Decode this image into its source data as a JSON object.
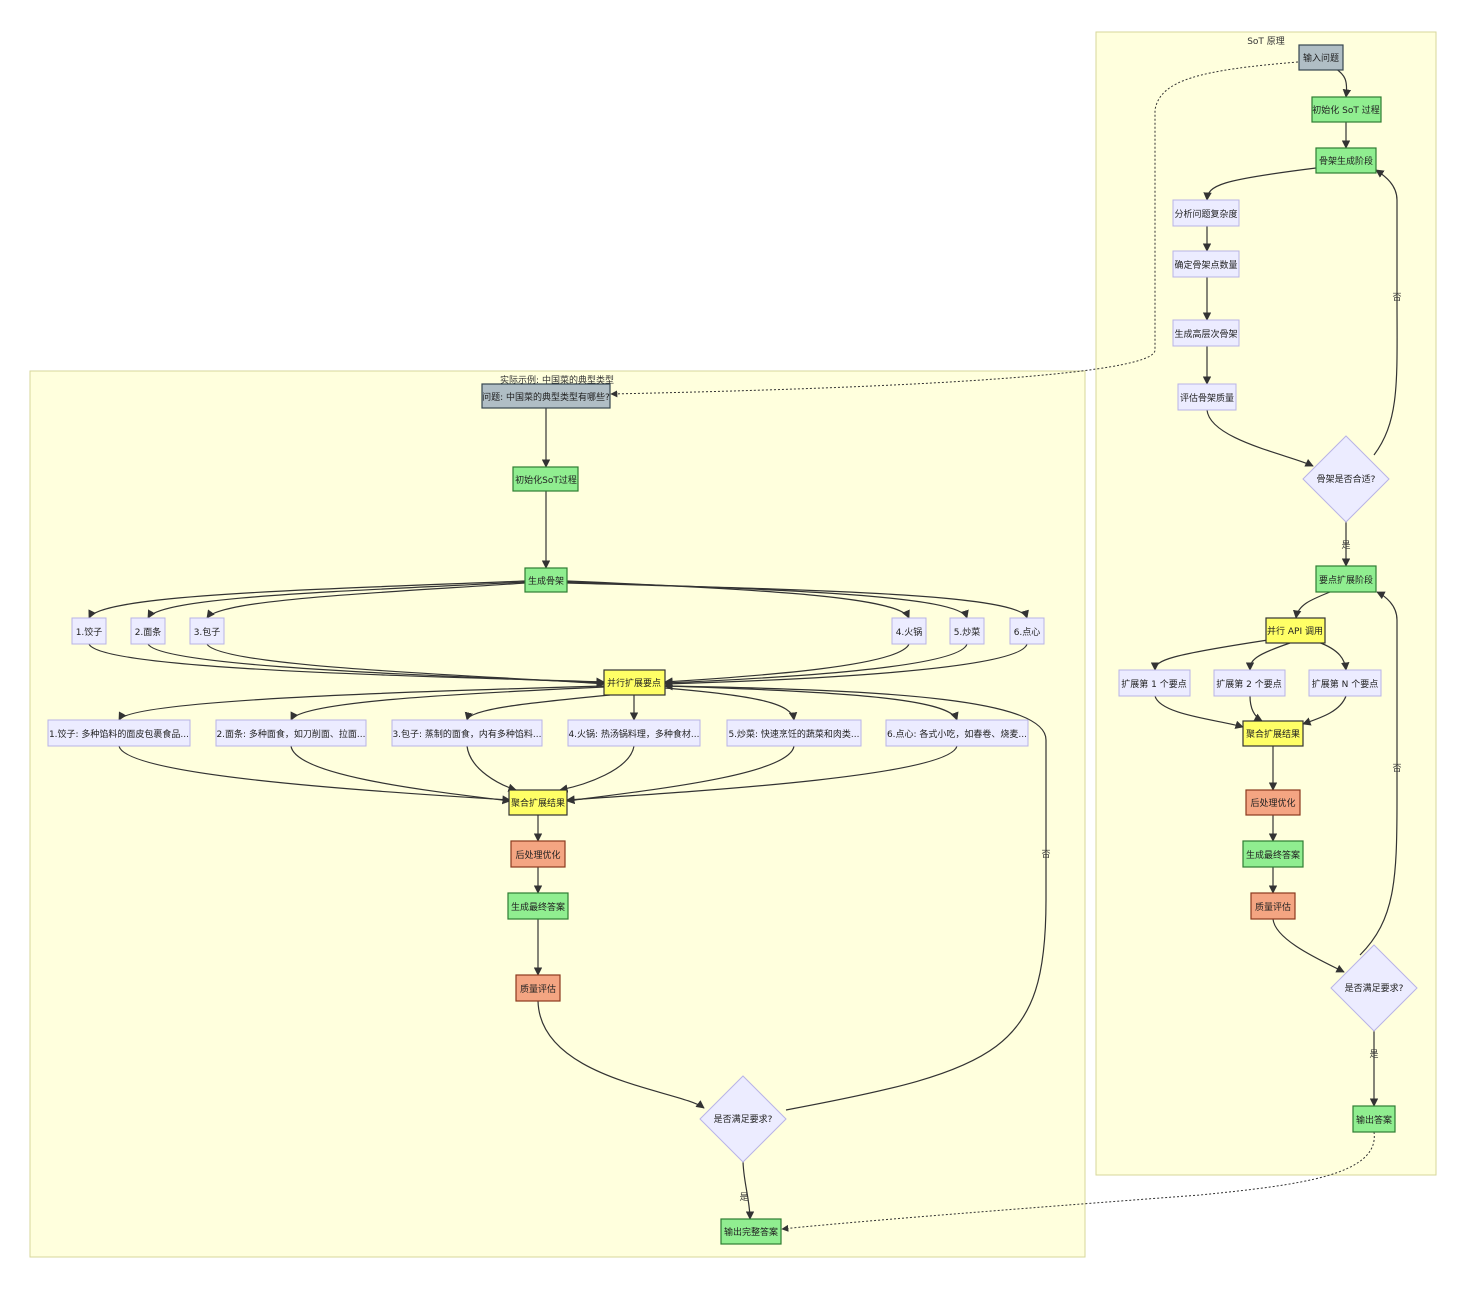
{
  "clusters": {
    "example_title": "实际示例: 中国菜的典型类型",
    "sot_title": "SoT 原理"
  },
  "example": {
    "question": "问题: 中国菜的典型类型有哪些?",
    "init": "初始化SoT过程",
    "skeleton": "生成骨架",
    "points": [
      "1.饺子",
      "2.面条",
      "3.包子",
      "4.火锅",
      "5.炒菜",
      "6.点心"
    ],
    "parallel": "并行扩展要点",
    "expansions": [
      "1.饺子: 多种馅料的面皮包裹食品...",
      "2.面条: 多种面食，如刀削面、拉面...",
      "3.包子: 蒸制的面食，内有多种馅料...",
      "4.火锅: 热汤锅料理，多种食材...",
      "5.炒菜: 快速烹饪的蔬菜和肉类...",
      "6.点心: 各式小吃，如春卷、烧麦..."
    ],
    "aggregate": "聚合扩展结果",
    "postprocess": "后处理优化",
    "final": "生成最终答案",
    "evaluate": "质量评估",
    "decision": "是否满足要求?",
    "output": "输出完整答案",
    "yes": "是",
    "no": "否"
  },
  "sot": {
    "input": "输入问题",
    "init": "初始化 SoT 过程",
    "skeleton_stage": "骨架生成阶段",
    "analyze": "分析问题复杂度",
    "count": "确定骨架点数量",
    "generate": "生成高层次骨架",
    "assess": "评估骨架质量",
    "skeleton_ok": "骨架是否合适?",
    "expand_stage": "要点扩展阶段",
    "parallel_api": "并行 API 调用",
    "expand_items": [
      "扩展第 1 个要点",
      "扩展第 2 个要点",
      "扩展第 N 个要点"
    ],
    "aggregate": "聚合扩展结果",
    "postprocess": "后处理优化",
    "final": "生成最终答案",
    "evaluate": "质量评估",
    "decision": "是否满足要求?",
    "output": "输出答案",
    "yes": "是",
    "no": "否",
    "yes2": "是",
    "no2": "否"
  }
}
